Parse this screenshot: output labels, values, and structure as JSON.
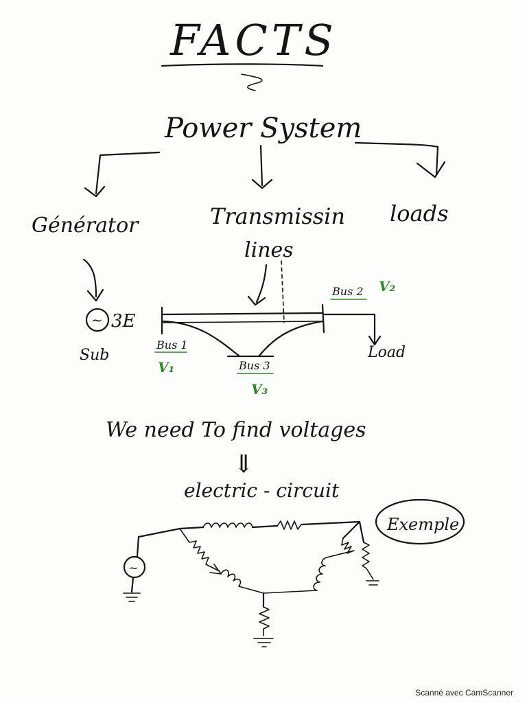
{
  "title": "FACTS",
  "root_label": "Power System",
  "branches": {
    "generator": "Générator",
    "transmission_line1": "Transmissin",
    "transmission_line2": "lines",
    "loads": "loads"
  },
  "diagram": {
    "source_symbol": "~",
    "three_phase_label": "3E",
    "sub_label": "Sub",
    "bus1": "Bus 1",
    "v1": "V₁",
    "bus2": "Bus 2",
    "v2": "V₂",
    "bus3": "Bus 3",
    "v3": "V₃",
    "load_label": "Load"
  },
  "statement": "We need To find voltages",
  "implication_symbol": "⇓",
  "circuit_label": "electric - circuit",
  "example_label": "Exemple",
  "circuit_source_symbol": "~",
  "footer": "Scanné avec CamScanner",
  "colors": {
    "ink": "#151515",
    "green_marker": "#2c8a2c"
  }
}
